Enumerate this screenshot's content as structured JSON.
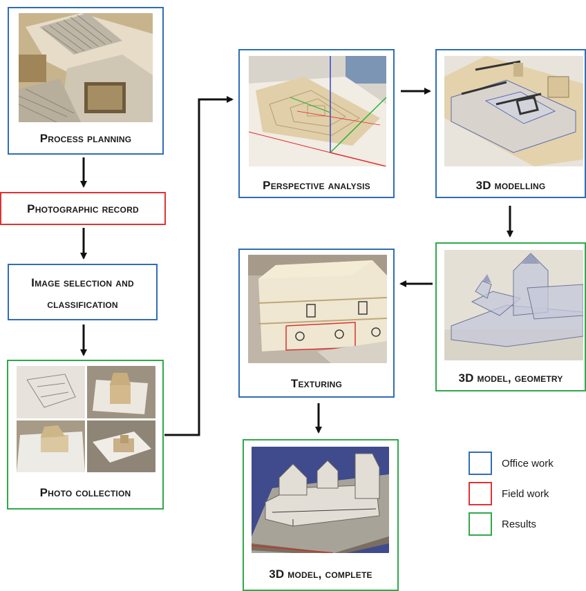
{
  "steps": {
    "process_planning": "Process planning",
    "photographic_record": "Photographic record",
    "image_selection_line1": "Image selection and",
    "image_selection_line2": "classification",
    "photo_collection": "Photo collection",
    "perspective_analysis": "Perspective analysis",
    "modelling_3d": "3D modelling",
    "model_geometry": "3D model, geometry",
    "texturing": "Texturing",
    "model_complete": "3D model, complete"
  },
  "legend": {
    "office": "Office work",
    "field": "Field work",
    "results": "Results"
  },
  "colors": {
    "office": "#2f6db5",
    "field": "#e03232",
    "results": "#2fa84a",
    "arrow": "#111111"
  }
}
